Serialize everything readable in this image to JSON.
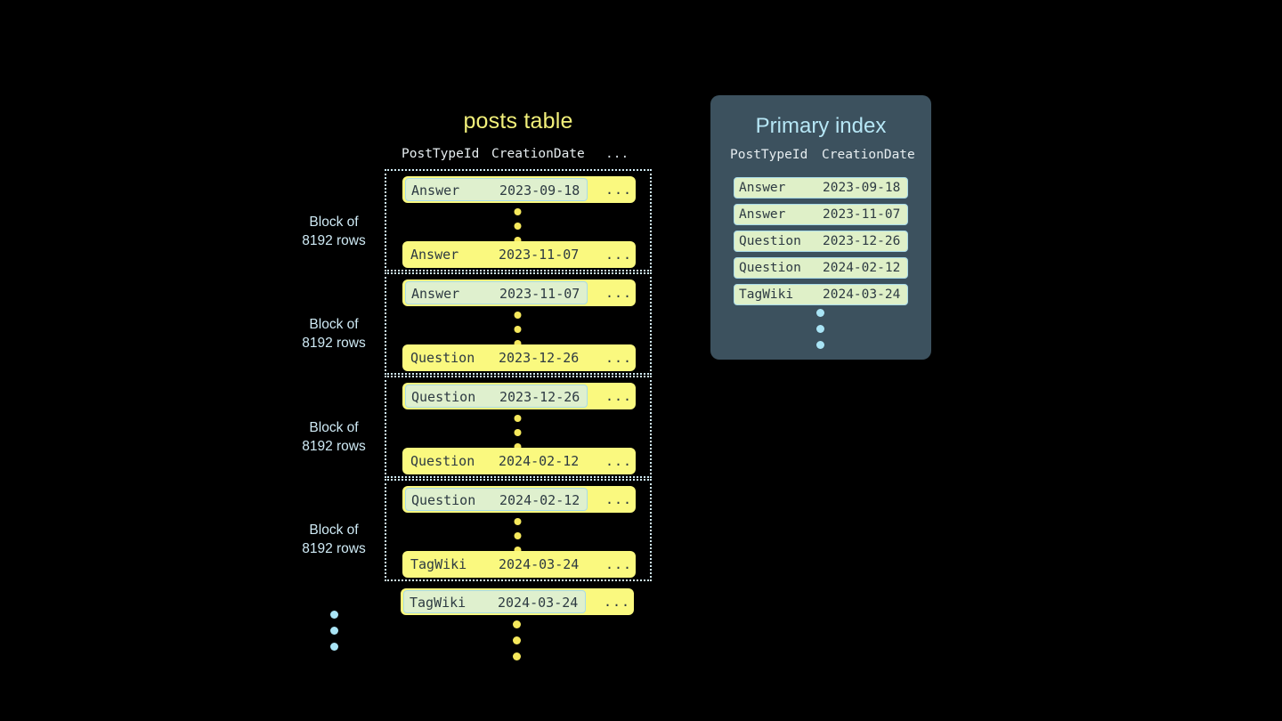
{
  "background_color": "#000000",
  "accent_colors": {
    "row_yellow": "#faf97f",
    "highlight_green": "#dff0ce",
    "highlight_border": "#a9dbe8",
    "panel_slate": "#3c515e",
    "light_blue": "#a9e4f5",
    "title_yellow": "#f2f07a",
    "dot_yellow": "#f5e85c"
  },
  "posts_table": {
    "title": "posts table",
    "columns": [
      "PostTypeId",
      "CreationDate",
      "..."
    ],
    "blocks": [
      {
        "label_line1": "Block of",
        "label_line2": "8192 rows",
        "first_row": {
          "post_type_id": "Answer",
          "creation_date": "2023-09-18",
          "more": "...",
          "highlighted": true
        },
        "last_row": {
          "post_type_id": "Answer",
          "creation_date": "2023-11-07",
          "more": "...",
          "highlighted": false
        }
      },
      {
        "label_line1": "Block of",
        "label_line2": "8192 rows",
        "first_row": {
          "post_type_id": "Answer",
          "creation_date": "2023-11-07",
          "more": "...",
          "highlighted": true
        },
        "last_row": {
          "post_type_id": "Question",
          "creation_date": "2023-12-26",
          "more": "...",
          "highlighted": false
        }
      },
      {
        "label_line1": "Block of",
        "label_line2": "8192 rows",
        "first_row": {
          "post_type_id": "Question",
          "creation_date": "2023-12-26",
          "more": "...",
          "highlighted": true
        },
        "last_row": {
          "post_type_id": "Question",
          "creation_date": "2024-02-12",
          "more": "...",
          "highlighted": false
        }
      },
      {
        "label_line1": "Block of",
        "label_line2": "8192 rows",
        "first_row": {
          "post_type_id": "Question",
          "creation_date": "2024-02-12",
          "more": "...",
          "highlighted": true
        },
        "last_row": {
          "post_type_id": "TagWiki",
          "creation_date": "2024-03-24",
          "more": "...",
          "highlighted": false
        }
      }
    ],
    "trailing_row": {
      "post_type_id": "TagWiki",
      "creation_date": "2024-03-24",
      "more": "...",
      "highlighted": true
    }
  },
  "primary_index": {
    "title": "Primary index",
    "columns": [
      "PostTypeId",
      "CreationDate"
    ],
    "entries": [
      {
        "post_type_id": "Answer",
        "creation_date": "2023-09-18"
      },
      {
        "post_type_id": "Answer",
        "creation_date": "2023-11-07"
      },
      {
        "post_type_id": "Question",
        "creation_date": "2023-12-26"
      },
      {
        "post_type_id": "Question",
        "creation_date": "2024-02-12"
      },
      {
        "post_type_id": "TagWiki",
        "creation_date": "2024-03-24"
      }
    ]
  }
}
